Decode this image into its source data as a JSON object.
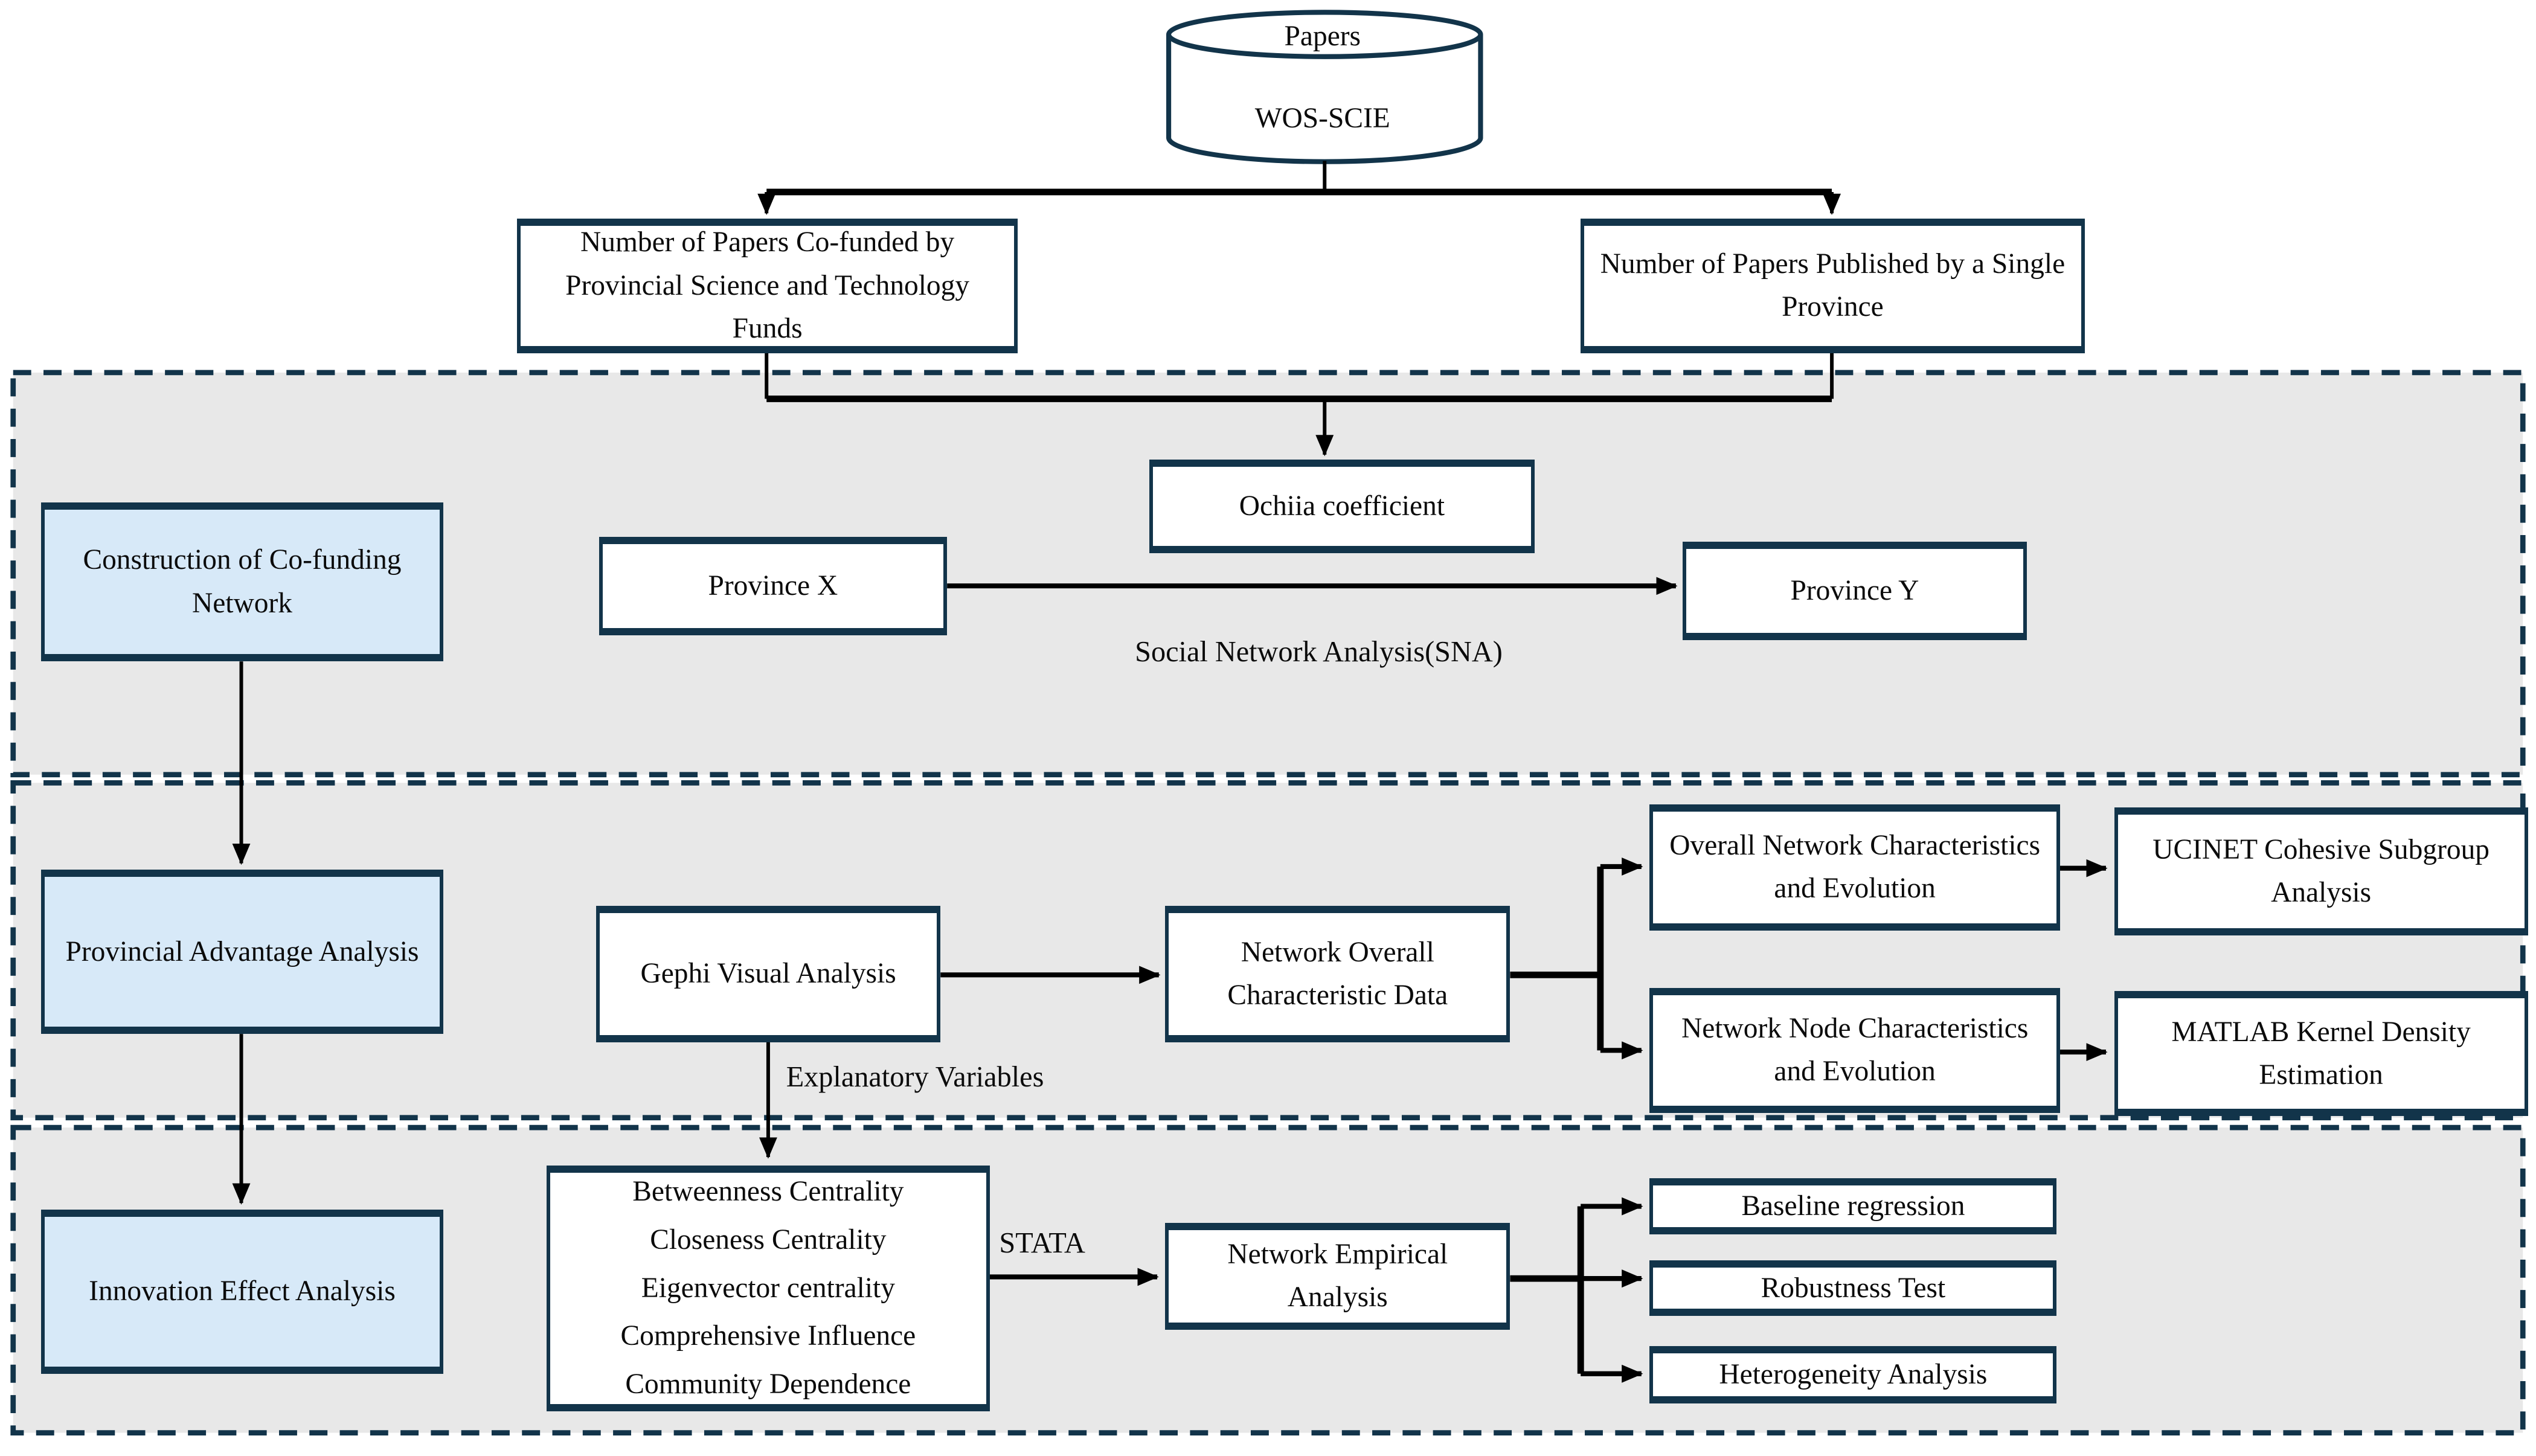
{
  "diagram": {
    "database": {
      "top_label": "Papers",
      "bottom_label": "WOS-SCIE"
    },
    "sources": {
      "cofunded": "Number of Papers Co-funded by Provincial Science and Technology Funds",
      "single_province": "Number of Papers Published by a Single Province"
    },
    "stage1": {
      "side_label": "Construction of Co-funding Network",
      "ochiia": "Ochiia coefficient",
      "province_x": "Province X",
      "province_y": "Province Y",
      "sna_label": "Social Network Analysis(SNA)"
    },
    "stage2": {
      "side_label": "Provincial Advantage Analysis",
      "gephi": "Gephi Visual Analysis",
      "network_overall": "Network Overall Characteristic Data",
      "overall_network": "Overall Network Characteristics and Evolution",
      "ucinet": "UCINET Cohesive Subgroup Analysis",
      "network_node": "Network Node Characteristics and Evolution",
      "matlab": "MATLAB Kernel Density Estimation",
      "explanatory_label": "Explanatory Variables"
    },
    "stage3": {
      "side_label": "Innovation Effect Analysis",
      "centrality_lines": [
        "Betweenness Centrality",
        "Closeness Centrality",
        "Eigenvector centrality",
        "Comprehensive Influence",
        "Community Dependence"
      ],
      "stata_label": "STATA",
      "empirical": "Network Empirical Analysis",
      "baseline": "Baseline regression",
      "robustness": "Robustness Test",
      "heterogeneity": "Heterogeneity Analysis"
    },
    "colors": {
      "accent_navy": "#12344a",
      "panel_background": "#e8e8e8",
      "highlight_blue": "#d7e9f8"
    }
  }
}
